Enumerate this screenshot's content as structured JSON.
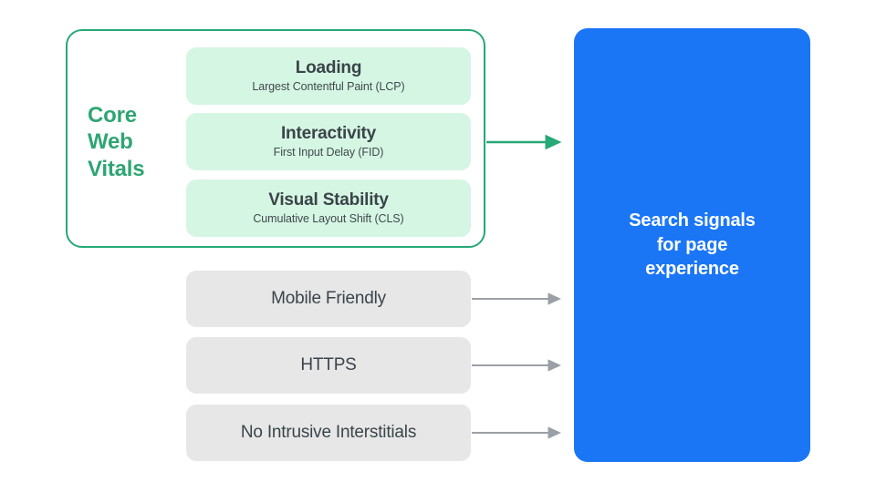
{
  "diagram": {
    "title": "Search signals for page experience",
    "background_color": "#ffffff"
  },
  "core_web_vitals": {
    "label": "Core\nWeb\nVitals",
    "border_color": "#27a877",
    "label_color": "#2ea573",
    "card_fill": "#d6f6e4",
    "metrics": [
      {
        "title": "Loading",
        "subtitle": "Largest Contentful Paint (LCP)",
        "abbr": "LCP"
      },
      {
        "title": "Interactivity",
        "subtitle": "First Input Delay (FID)",
        "abbr": "FID"
      },
      {
        "title": "Visual Stability",
        "subtitle": "Cumulative Layout Shift (CLS)",
        "abbr": "CLS"
      }
    ]
  },
  "other_signals": {
    "card_fill": "#e7e7e8",
    "items": [
      {
        "label": "Mobile Friendly"
      },
      {
        "label": "HTTPS"
      },
      {
        "label": "No Intrusive Interstitials"
      }
    ]
  },
  "destination": {
    "text": "Search signals\nfor page\nexperience",
    "fill_color": "#1b76f6",
    "text_color": "#ffffff"
  },
  "arrows": {
    "core_web_vitals_arrow_color": "#27a877",
    "signal_arrow_color": "#9aa0a6"
  }
}
